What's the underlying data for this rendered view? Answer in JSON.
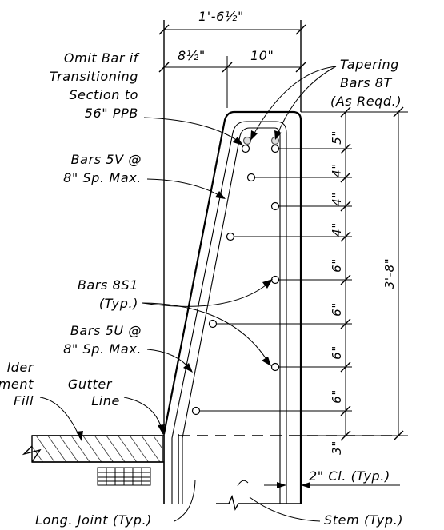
{
  "dimensions": {
    "overall_width": "1'-6½\"",
    "left_width": "8½\"",
    "right_width": "10\"",
    "overall_height": "3'-8\"",
    "spacings": [
      "5\"",
      "4\"",
      "4\"",
      "4\"",
      "6\"",
      "6\"",
      "6\"",
      "6\"",
      "3\""
    ],
    "clearance": "2\" Cl. (Typ.)"
  },
  "labels": {
    "omit_bar": [
      "Omit Bar if",
      "Transitioning",
      "Section to",
      "56\" PPB"
    ],
    "tapering_bars": [
      "Tapering",
      "Bars 8T",
      "(As Reqd.)"
    ],
    "bars_5v": [
      "Bars 5V @",
      "8\" Sp. Max."
    ],
    "bars_8s1": [
      "Bars 8S1",
      "(Typ.)"
    ],
    "bars_5u": [
      "Bars 5U @",
      "8\" Sp. Max."
    ],
    "shoulder_fill": [
      "lder",
      "ment",
      "Fill"
    ],
    "gutter_line": [
      "Gutter",
      "Line"
    ],
    "long_joint": "Long. Joint (Typ.)",
    "stem": "Stem (Typ.)"
  }
}
